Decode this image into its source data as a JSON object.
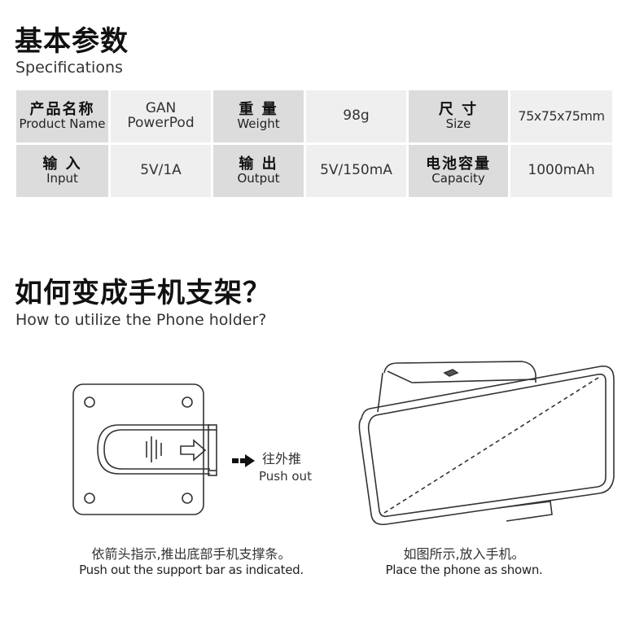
{
  "specs": {
    "title": "基本参数",
    "subtitle": "Specifications",
    "rows": [
      [
        {
          "label_zh": "产品名称",
          "label_en": "Product Name",
          "value_line1": "GAN",
          "value_line2": "PowerPod"
        },
        {
          "label_zh": "重 量",
          "label_en": "Weight",
          "value": "98g"
        },
        {
          "label_zh": "尺 寸",
          "label_en": "Size",
          "value": "75x75x75mm"
        }
      ],
      [
        {
          "label_zh": "输 入",
          "label_en": "Input",
          "value": "5V/1A"
        },
        {
          "label_zh": "输 出",
          "label_en": "Output",
          "value": "5V/150mA"
        },
        {
          "label_zh": "电池容量",
          "label_en": "Capacity",
          "value": "1000mAh"
        }
      ]
    ]
  },
  "howto": {
    "title": "如何变成手机支架？",
    "subtitle": "How to utilize the Phone holder?",
    "step1": {
      "push_zh": "往外推",
      "push_en": "Push out",
      "caption_zh": "依箭头指示,推出底部手机支撑条。",
      "caption_en": "Push out the support bar as indicated."
    },
    "step2": {
      "caption_zh": "如图所示,放入手机。",
      "caption_en": "Place the phone as shown."
    }
  },
  "colors": {
    "label_cell": "#dcdcdc",
    "value_cell": "#efefef",
    "line_art": "#333333"
  },
  "icons": [
    "arrow-right-icon",
    "mounting-hole-icon",
    "push-arrow-icon"
  ]
}
